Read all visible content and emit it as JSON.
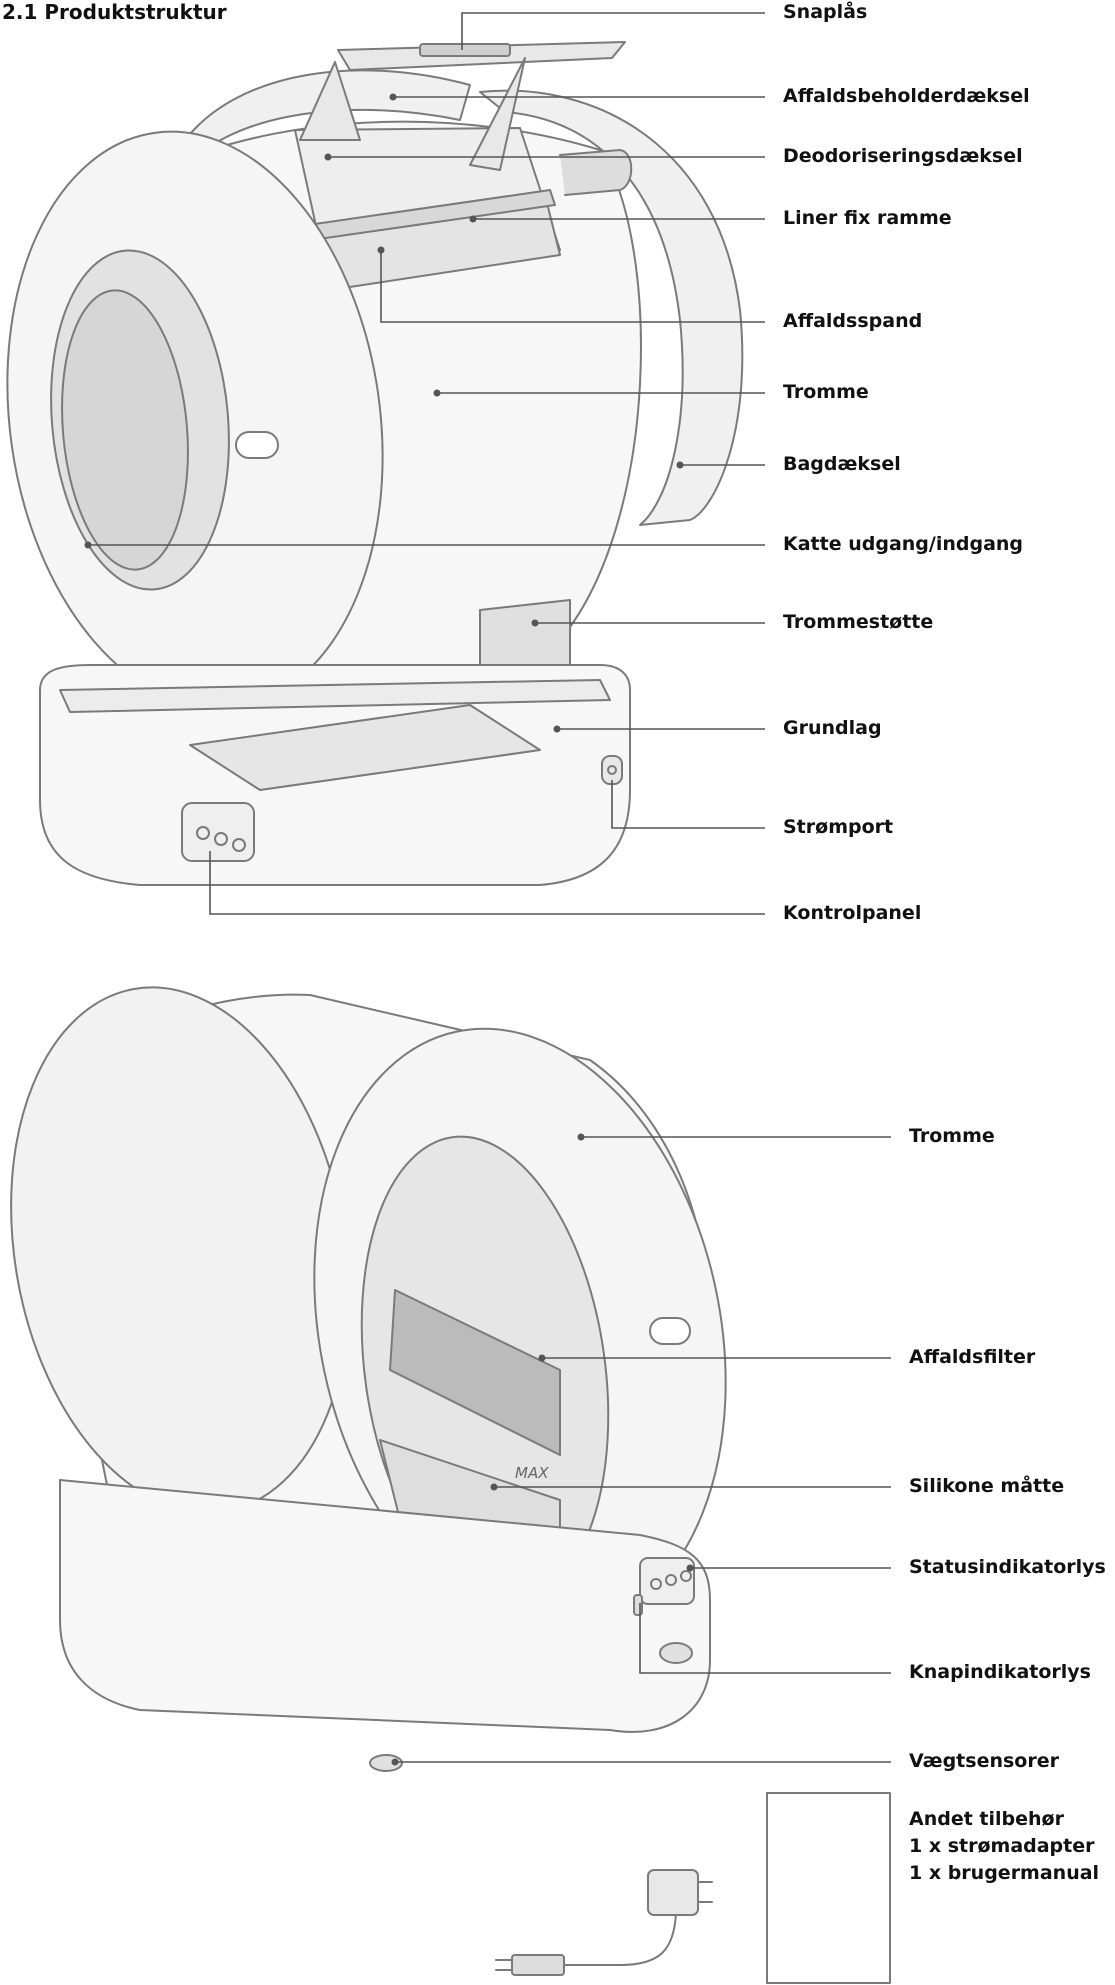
{
  "heading": "2.1 Produktstruktur",
  "top_labels": [
    "Snaplås",
    "Affaldsbeholderdæksel",
    "Deodoriseringsdæksel",
    "Liner fix ramme",
    "Affaldsspand",
    "Tromme",
    "Bagdæksel",
    "Katte udgang/indgang",
    "Trommestøtte",
    "Grundlag",
    "Strømport",
    "Kontrolpanel"
  ],
  "bottom_labels": [
    "Tromme",
    "Affaldsfilter",
    "Silikone måtte",
    "Statusindikatorlys",
    "Knapindikatorlys",
    "Vægtsensorer"
  ],
  "accessories": {
    "title": "Andet tilbehør",
    "items": [
      "1 x strømadapter",
      "1 x brugermanual"
    ]
  },
  "mat_marking": "MAX"
}
